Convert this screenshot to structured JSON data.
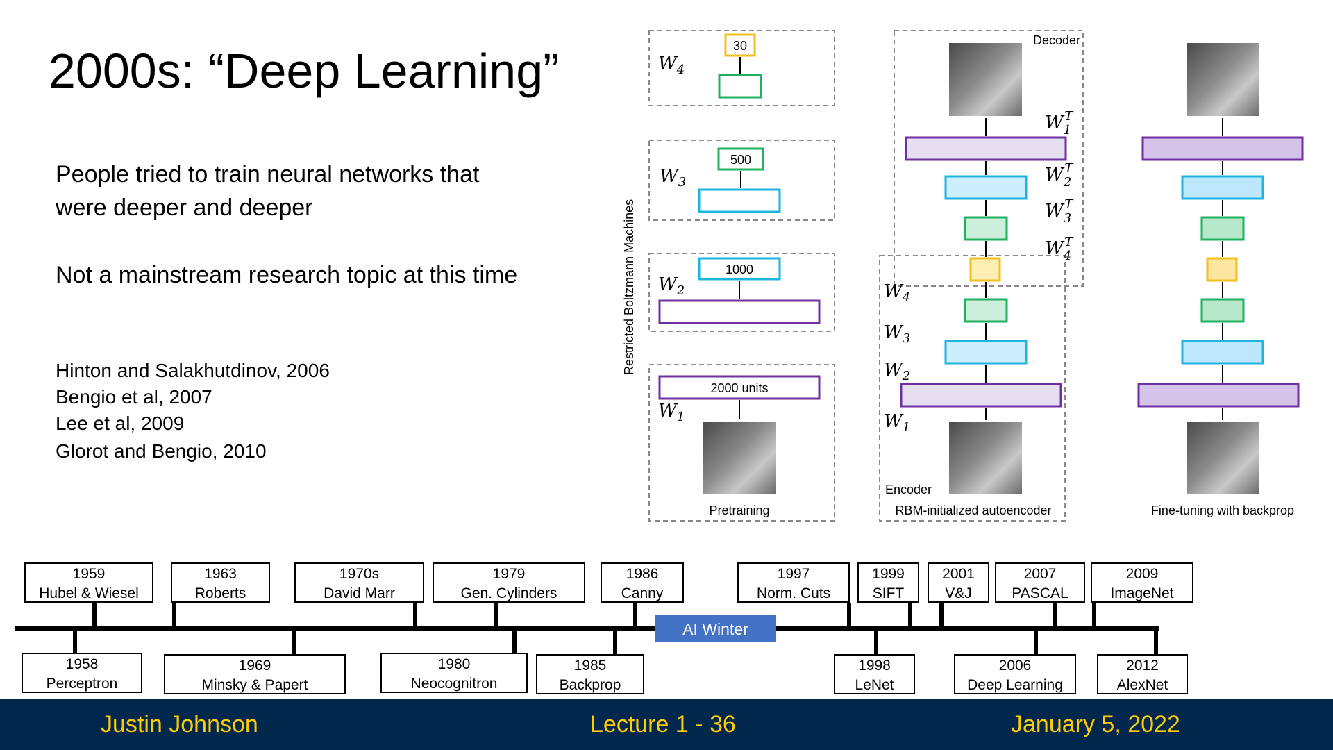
{
  "slide": {
    "title": "2000s: “Deep Learning”",
    "bullets": [
      "People tried to train neural networks that",
      "were deeper and deeper",
      "Not a mainstream research topic at this time"
    ],
    "references": [
      "Hinton and Salakhutdinov, 2006",
      "Bengio et al, 2007",
      "Lee et al, 2009",
      "Glorot and Bengio, 2010"
    ]
  },
  "figure": {
    "side_label": "Restricted Boltzmann Machines",
    "rbm_units": [
      "30",
      "500",
      "1000",
      "2000 units"
    ],
    "weights": [
      "W",
      "W",
      "W",
      "W"
    ],
    "weight_subscripts": [
      "4",
      "3",
      "2",
      "1"
    ],
    "transposed_weight_superscript": "T",
    "decoder_label": "Decoder",
    "encoder_label": "Encoder",
    "captions": [
      "Pretraining",
      "RBM-initialized autoencoder",
      "Fine-tuning with backprop"
    ],
    "colors": {
      "purple": "#7030a0",
      "purple_fill": "#e6dff2",
      "purple_fill_dark": "#d5c3ea",
      "blue": "#1fb4e0",
      "blue_fill": "#cdeefb",
      "green": "#21b060",
      "green_fill": "#cdeedb",
      "yellow": "#f0c020",
      "yellow_fill": "#fdeeb4"
    }
  },
  "timeline": {
    "top": [
      {
        "year": "1959",
        "label": "Hubel & Wiesel"
      },
      {
        "year": "1963",
        "label": "Roberts"
      },
      {
        "year": "1970s",
        "label": "David Marr"
      },
      {
        "year": "1979",
        "label": "Gen. Cylinders"
      },
      {
        "year": "1986",
        "label": "Canny"
      },
      {
        "year": "1997",
        "label": "Norm. Cuts"
      },
      {
        "year": "1999",
        "label": "SIFT"
      },
      {
        "year": "2001",
        "label": "V&J"
      },
      {
        "year": "2007",
        "label": "PASCAL"
      },
      {
        "year": "2009",
        "label": "ImageNet"
      }
    ],
    "bottom": [
      {
        "year": "1958",
        "label": "Perceptron"
      },
      {
        "year": "1969",
        "label": "Minsky & Papert"
      },
      {
        "year": "1980",
        "label": "Neocognitron"
      },
      {
        "year": "1985",
        "label": "Backprop"
      },
      {
        "year": "1998",
        "label": "LeNet"
      },
      {
        "year": "2006",
        "label": "Deep Learning"
      },
      {
        "year": "2012",
        "label": "AlexNet"
      }
    ],
    "ai_winter": "AI Winter",
    "colors": {
      "ai_winter_bg": "#4472c4"
    }
  },
  "footer": {
    "author": "Justin Johnson",
    "lecture": "Lecture 1 - 36",
    "date": "January 5, 2022",
    "colors": {
      "bg": "#00274c",
      "text": "#ffcb05"
    }
  }
}
